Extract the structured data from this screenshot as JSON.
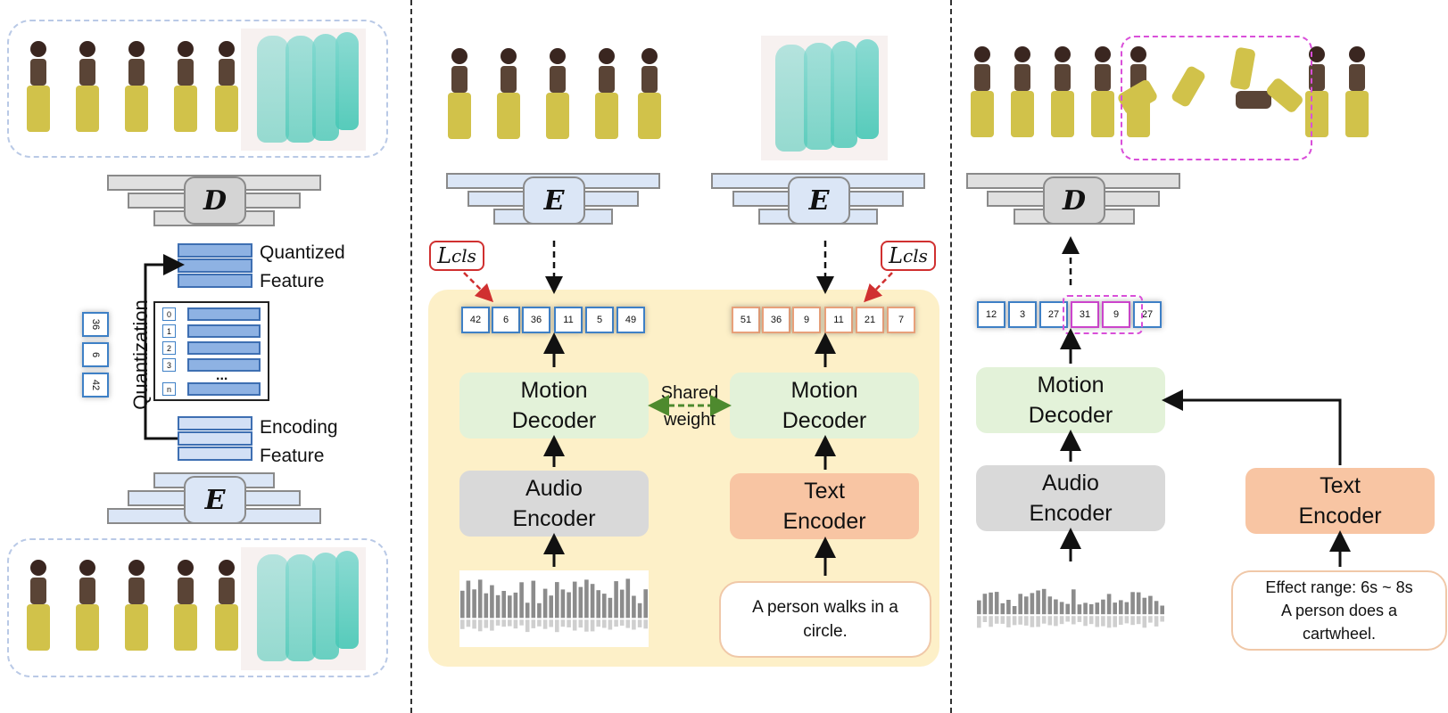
{
  "left": {
    "decoder_letter": "D",
    "encoder_letter": "E",
    "quantized_label_1": "Quantized",
    "quantized_label_2": "Feature",
    "encoding_label_1": "Encoding",
    "encoding_label_2": "Feature",
    "quantization_label": "Quantization",
    "codebook_indices": [
      "0",
      "1",
      "2",
      "3",
      "n"
    ],
    "codebook_ellipsis": "...",
    "token_stack": [
      "36",
      "6",
      "42"
    ]
  },
  "middle": {
    "encoder_letter": "E",
    "loss_label": "L",
    "loss_sub": "cls",
    "audio_tokens": [
      "42",
      "6",
      "36",
      "11",
      "5",
      "49"
    ],
    "text_tokens": [
      "51",
      "36",
      "9",
      "11",
      "21",
      "7"
    ],
    "motion_decoder_1": "Motion",
    "motion_decoder_2": "Decoder",
    "audio_encoder_1": "Audio",
    "audio_encoder_2": "Encoder",
    "text_encoder_1": "Text",
    "text_encoder_2": "Encoder",
    "shared_1": "Shared",
    "shared_2": "weight",
    "text_prompt": "A person walks in a circle."
  },
  "right": {
    "decoder_letter": "D",
    "tokens": [
      "12",
      "3",
      "27",
      "31",
      "9",
      "27"
    ],
    "motion_decoder_1": "Motion",
    "motion_decoder_2": "Decoder",
    "audio_encoder_1": "Audio",
    "audio_encoder_2": "Encoder",
    "text_encoder_1": "Text",
    "text_encoder_2": "Encoder",
    "prompt_line_1": "Effect range: 6s ~ 8s",
    "prompt_line_2": "A person does a",
    "prompt_line_3": "cartwheel."
  },
  "colors": {
    "token_blue": "#3e80c6",
    "token_orange": "#e8a07a",
    "highlight_pink": "#cc44cc",
    "loss_red": "#d03030",
    "shared_green": "#4e8a2e",
    "panel_yellow": "#fdf0c8"
  }
}
